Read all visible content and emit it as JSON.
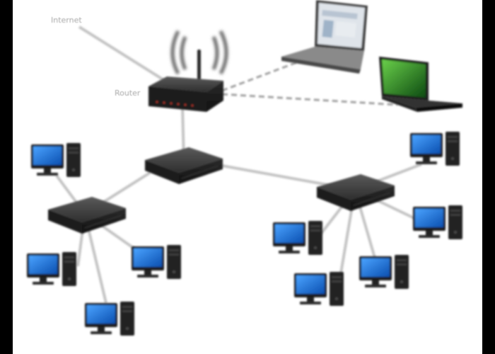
{
  "labels": {
    "internet": "Internet",
    "router": "Router"
  },
  "colors": {
    "background": "#ffffff",
    "frame": "#000000",
    "device_body": "#2a2a2a",
    "device_top": "#4a4a4a",
    "cable": "#c4c4c4",
    "wireless": "#a0a0a0",
    "screen": "#1e6fd0",
    "laptop_screen_green": "#2a8a2a"
  },
  "nodes": [
    {
      "id": "internet",
      "kind": "label",
      "icon": "cloud-label"
    },
    {
      "id": "router",
      "kind": "router",
      "icon": "wifi-router-icon"
    },
    {
      "id": "laptop-1",
      "kind": "laptop",
      "icon": "laptop-icon"
    },
    {
      "id": "laptop-2",
      "kind": "laptop",
      "icon": "laptop-icon"
    },
    {
      "id": "switch-center",
      "kind": "switch",
      "icon": "switch-icon"
    },
    {
      "id": "switch-left",
      "kind": "switch",
      "icon": "switch-icon"
    },
    {
      "id": "switch-right",
      "kind": "switch",
      "icon": "switch-icon"
    },
    {
      "id": "pc-l1",
      "kind": "desktop",
      "icon": "desktop-pc-icon"
    },
    {
      "id": "pc-l2",
      "kind": "desktop",
      "icon": "desktop-pc-icon"
    },
    {
      "id": "pc-l3",
      "kind": "desktop",
      "icon": "desktop-pc-icon"
    },
    {
      "id": "pc-l4",
      "kind": "desktop",
      "icon": "desktop-pc-icon"
    },
    {
      "id": "pc-r1",
      "kind": "desktop",
      "icon": "desktop-pc-icon"
    },
    {
      "id": "pc-r2",
      "kind": "desktop",
      "icon": "desktop-pc-icon"
    },
    {
      "id": "pc-r3",
      "kind": "desktop",
      "icon": "desktop-pc-icon"
    },
    {
      "id": "pc-r4",
      "kind": "desktop",
      "icon": "desktop-pc-icon"
    },
    {
      "id": "pc-r5",
      "kind": "desktop",
      "icon": "desktop-pc-icon"
    }
  ],
  "links": [
    {
      "from": "internet",
      "to": "router",
      "type": "wired"
    },
    {
      "from": "router",
      "to": "laptop-1",
      "type": "wireless"
    },
    {
      "from": "router",
      "to": "laptop-2",
      "type": "wireless"
    },
    {
      "from": "router",
      "to": "switch-center",
      "type": "wired"
    },
    {
      "from": "switch-center",
      "to": "switch-left",
      "type": "wired"
    },
    {
      "from": "switch-center",
      "to": "switch-right",
      "type": "wired"
    },
    {
      "from": "switch-left",
      "to": "pc-l1",
      "type": "wired"
    },
    {
      "from": "switch-left",
      "to": "pc-l2",
      "type": "wired"
    },
    {
      "from": "switch-left",
      "to": "pc-l3",
      "type": "wired"
    },
    {
      "from": "switch-left",
      "to": "pc-l4",
      "type": "wired"
    },
    {
      "from": "switch-right",
      "to": "pc-r1",
      "type": "wired"
    },
    {
      "from": "switch-right",
      "to": "pc-r2",
      "type": "wired"
    },
    {
      "from": "switch-right",
      "to": "pc-r3",
      "type": "wired"
    },
    {
      "from": "switch-right",
      "to": "pc-r4",
      "type": "wired"
    },
    {
      "from": "switch-right",
      "to": "pc-r5",
      "type": "wired"
    }
  ]
}
